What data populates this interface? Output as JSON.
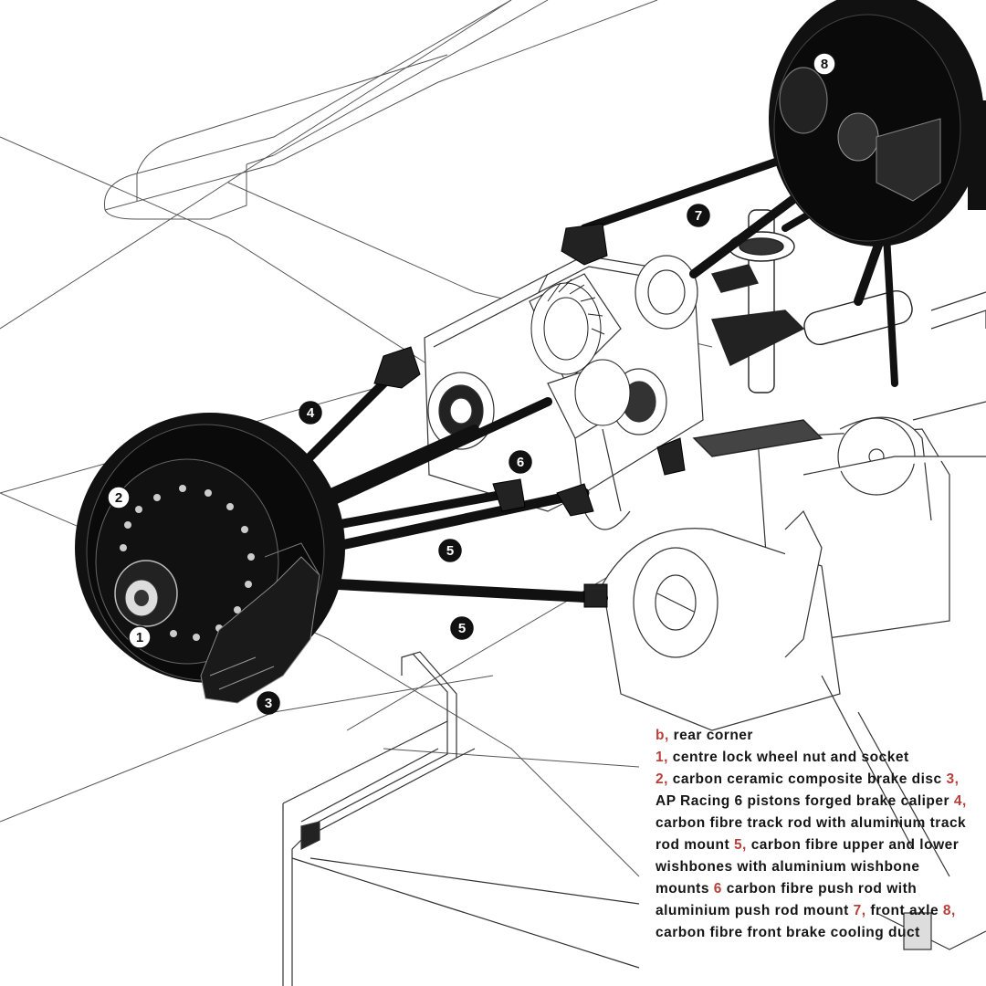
{
  "markers": [
    {
      "id": "marker-1",
      "label": "1",
      "style": "outline"
    },
    {
      "id": "marker-2",
      "label": "2",
      "style": "outline"
    },
    {
      "id": "marker-3",
      "label": "3",
      "style": "filled"
    },
    {
      "id": "marker-4",
      "label": "4",
      "style": "filled"
    },
    {
      "id": "marker-5a",
      "label": "5",
      "style": "filled"
    },
    {
      "id": "marker-5b",
      "label": "5",
      "style": "filled"
    },
    {
      "id": "marker-6",
      "label": "6",
      "style": "filled"
    },
    {
      "id": "marker-7",
      "label": "7",
      "style": "filled"
    },
    {
      "id": "marker-8",
      "label": "8",
      "style": "outline"
    }
  ],
  "caption": {
    "section_num": "b,",
    "section_label": "rear corner",
    "items": [
      {
        "num": "1,",
        "text": "centre lock wheel nut and socket"
      },
      {
        "num": "2,",
        "text": "carbon ceramic composite brake disc"
      },
      {
        "num": "3,",
        "text": "AP Racing 6 pistons forged brake caliper"
      },
      {
        "num": "4,",
        "text": "carbon fibre track rod with aluminium track rod mount"
      },
      {
        "num": "5,",
        "text": "carbon fibre upper and lower wishbones with aluminium wishbone mounts"
      },
      {
        "num": "6",
        "text": "carbon fibre push rod with aluminium push rod mount"
      },
      {
        "num": "7,",
        "text": "front axle"
      },
      {
        "num": "8,",
        "text": "carbon fibre front brake cooling duct"
      }
    ]
  },
  "colors": {
    "ink": "#111111",
    "line": "#555555",
    "accent": "#b8403a",
    "paper": "#ffffff"
  }
}
